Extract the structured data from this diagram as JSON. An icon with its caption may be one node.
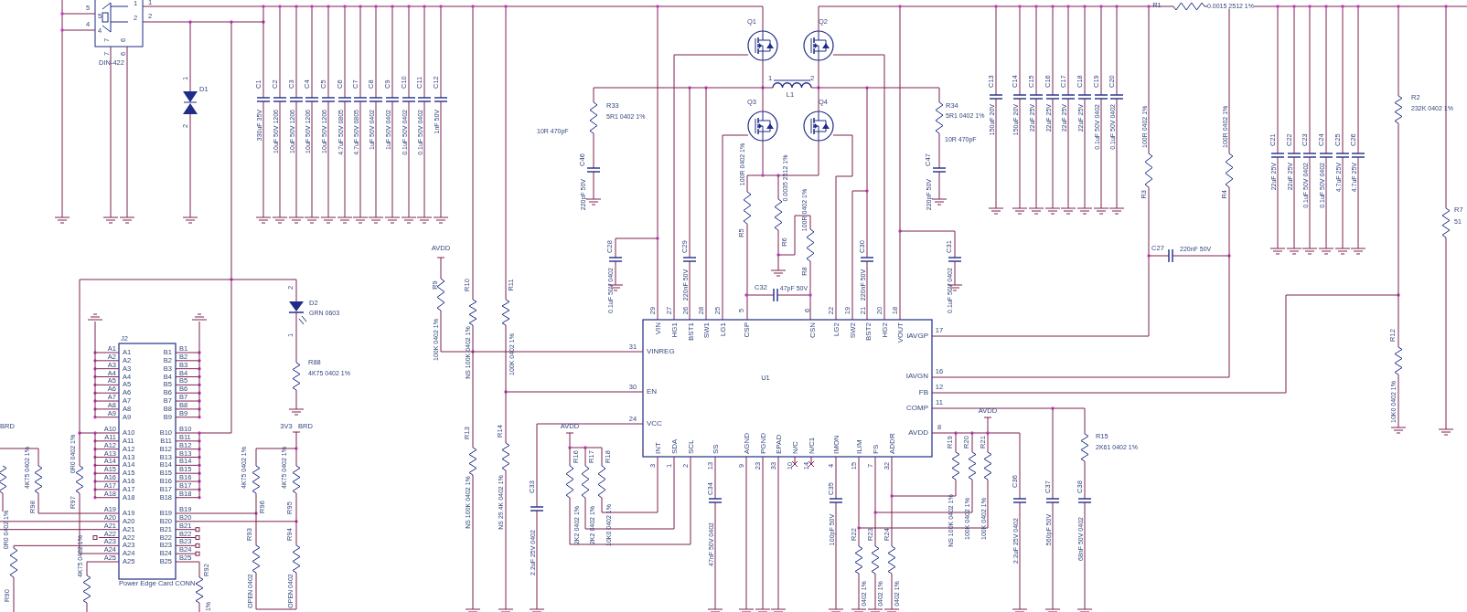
{
  "diagram": {
    "labels": [
      "5",
      "4",
      "5",
      "4",
      "1",
      "1",
      "2",
      "2",
      "7",
      "6",
      "7",
      "6",
      "DIN-422",
      "1",
      "D1",
      "2",
      "C1",
      "330uF 35V",
      "C2",
      "10uF 50V 1206",
      "C3",
      "10uF 50V 1206",
      "C4",
      "10uF 50V 1206",
      "C5",
      "10uF 50V 1206",
      "C6",
      "4.7uF 50V 0805",
      "C7",
      "4.7uF 50V 0805",
      "C8",
      "1uF 50V 0402",
      "C9",
      "1uF 50V 0402",
      "C10",
      "0.1uF 50V 0402",
      "C11",
      "0.1uF 50V 0402",
      "C12",
      "1nF 50V",
      "10R 470pF",
      "R33",
      "5R1 0402 1%",
      "C46",
      "220pF 50V",
      "Q1",
      "Q2",
      "1",
      "2",
      "L1",
      "Q3",
      "Q4",
      "R34",
      "5R1 0402 1%",
      "10R 470pF",
      "C47",
      "220pF 50V",
      "R1",
      "0.0015 2512 1%",
      "C13",
      "150uF 20V",
      "C14",
      "150uF 20V",
      "C15",
      "22uF 25V",
      "C16",
      "22uF 25V",
      "C17",
      "22uF 25V",
      "C18",
      "22uF 25V",
      "C19",
      "0.1uF 50V 0402",
      "C20",
      "0.1uF 50V 0402",
      "100R 0402 1%",
      "R3",
      "100R 0402 1%",
      "R4",
      "C27",
      "220nF 50V",
      "C21",
      "22uF 25V",
      "C22",
      "22uF 25V",
      "C23",
      "0.1uF 50V 0402",
      "C24",
      "0.1uF 50V 0402",
      "C25",
      "4.7uF 25V",
      "C26",
      "4.7uF 25V",
      "R2",
      "232K 0402 1%",
      "R7",
      "51",
      "AVDD",
      "R9",
      "100K 0402 1%",
      "R10",
      "NS 100K 0402 1%",
      "R11",
      "100K 0402 1%",
      "R13",
      "NS 100K 0402 1%",
      "R14",
      "NS 29.4K 0402 1%",
      "C33",
      "2.2uF 25V 0402",
      "AVDD",
      "R16",
      "2K2 0402 1%",
      "R17",
      "2K2 0402 1%",
      "R18",
      "10K0 0402 1%",
      "C28",
      "0.1uF 50V 0402",
      "C29",
      "220nF 50V",
      "C32",
      "47pF 50V",
      "R5",
      "100R 0402 1%",
      "R6",
      "0.0035 2512 1%",
      "R8",
      "100R 0402 1%",
      "C30",
      "220nF 50V",
      "C31",
      "0.1uF 50V 0402",
      "29",
      "27",
      "26",
      "28",
      "25",
      "5",
      "6",
      "22",
      "19",
      "21",
      "20",
      "18",
      "VIN",
      "HG1",
      "BST1",
      "SW1",
      "LG1",
      "CSP",
      "CSN",
      "LG2",
      "SW2",
      "BST2",
      "HG2",
      "VOUT",
      "31",
      "VINREG",
      "30",
      "EN",
      "24",
      "VCC",
      "IAVGP",
      "17",
      "IAVGN",
      "16",
      "FB",
      "12",
      "COMP",
      "11",
      "AVDD",
      "8",
      "U1",
      "INT",
      "SDA",
      "SCL",
      "SS",
      "AGND",
      "PGND",
      "EPAD",
      "N/C",
      "N/C1",
      "IMON",
      "ILIM",
      "FS",
      "ADDR",
      "3",
      "1",
      "2",
      "13",
      "9",
      "23",
      "33",
      "10",
      "14",
      "4",
      "15",
      "7",
      "32",
      "C34",
      "47nF 50V 0402",
      "C35",
      "100pF 50V",
      "R22",
      "0402 1%",
      "R23",
      "0402 1%",
      "R24",
      "0402 1%",
      "R19",
      "NS 100K 0402 1%",
      "R20",
      "100K 0402 1%",
      "R21",
      "100K 0402 1%",
      "AVDD",
      "C36",
      "2.2uF 25V 0402",
      "C37",
      "560pF 50V",
      "C38",
      "68nF 50V 0402",
      "R15",
      "2K61 0402 1%",
      "R12",
      "10K0 0402 1%",
      "2",
      "D2",
      "GRN 0603",
      "1",
      "R88",
      "4K75 0402 1%",
      "J2",
      "A1",
      "A1",
      "B1",
      "B1",
      "A2",
      "A2",
      "B2",
      "B2",
      "A3",
      "A3",
      "B3",
      "B3",
      "A4",
      "A4",
      "B4",
      "B4",
      "A5",
      "A5",
      "B5",
      "B5",
      "A6",
      "A6",
      "B6",
      "B6",
      "A7",
      "A7",
      "B7",
      "B7",
      "A8",
      "A8",
      "B8",
      "B8",
      "A9",
      "A9",
      "B9",
      "B9",
      "A10",
      "A10",
      "B10",
      "B10",
      "A11",
      "A11",
      "B11",
      "B11",
      "A12",
      "A12",
      "B12",
      "B12",
      "A13",
      "A13",
      "B13",
      "B13",
      "A14",
      "A14",
      "B14",
      "B14",
      "A15",
      "A15",
      "B15",
      "B15",
      "A16",
      "A16",
      "B16",
      "B16",
      "A17",
      "A17",
      "B17",
      "B17",
      "A18",
      "A18",
      "B18",
      "B18",
      "A19",
      "A19",
      "B19",
      "B19",
      "A20",
      "A20",
      "B20",
      "B20",
      "A21",
      "A21",
      "B21",
      "B21",
      "A22",
      "A22",
      "B22",
      "B22",
      "A23",
      "A23",
      "B23",
      "B23",
      "A24",
      "A24",
      "B24",
      "B24",
      "A25",
      "A25",
      "B25",
      "B25",
      "Power Edge Card CONN",
      "BRD",
      "3V3",
      "BRD",
      "4K75 0402 1%",
      "R98",
      "0R0 0402 1%",
      "R97",
      "4K75 0402 1%",
      "R96",
      "4K75 0402 1%",
      "R95",
      "R93",
      "OPEN 0402",
      "R94",
      "OPEN 0402",
      "R92",
      "0R0 0402 1%",
      "R90",
      "4K75 0402 1%",
      "1%"
    ]
  }
}
